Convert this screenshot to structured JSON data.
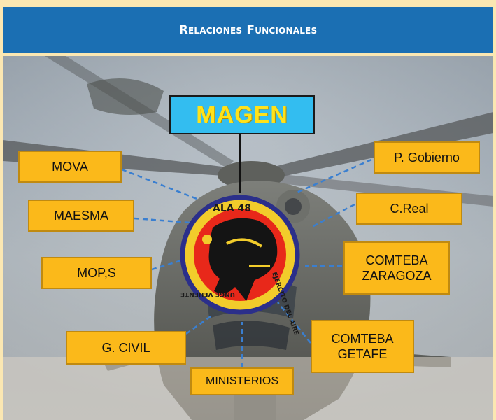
{
  "header": {
    "title": "Relaciones Funcionales"
  },
  "center": {
    "title": "MAGEN"
  },
  "emblem": {
    "top_text": "ALA 48",
    "right_text": "EJERCITO DEL AIRE",
    "left_text": "UNGE VEHENTE"
  },
  "nodes": {
    "mova": "MOVA",
    "maesma": "MAESMA",
    "mops": "MOP,S",
    "gcivil": "G. CIVIL",
    "ministerios": "MINISTERIOS",
    "gobierno": "P. Gobierno",
    "creal": "C.Real",
    "comteba_zaragoza": [
      "COMTEBA",
      "ZARAGOZA"
    ],
    "comteba_getafe": [
      "COMTEBA",
      "GETAFE"
    ]
  },
  "colors": {
    "header_bg": "#1b6fb3",
    "node_bg": "#fbb91a",
    "center_bg": "#33bdf0",
    "center_text": "#ffe21a",
    "connector": "#3a7fd0"
  }
}
